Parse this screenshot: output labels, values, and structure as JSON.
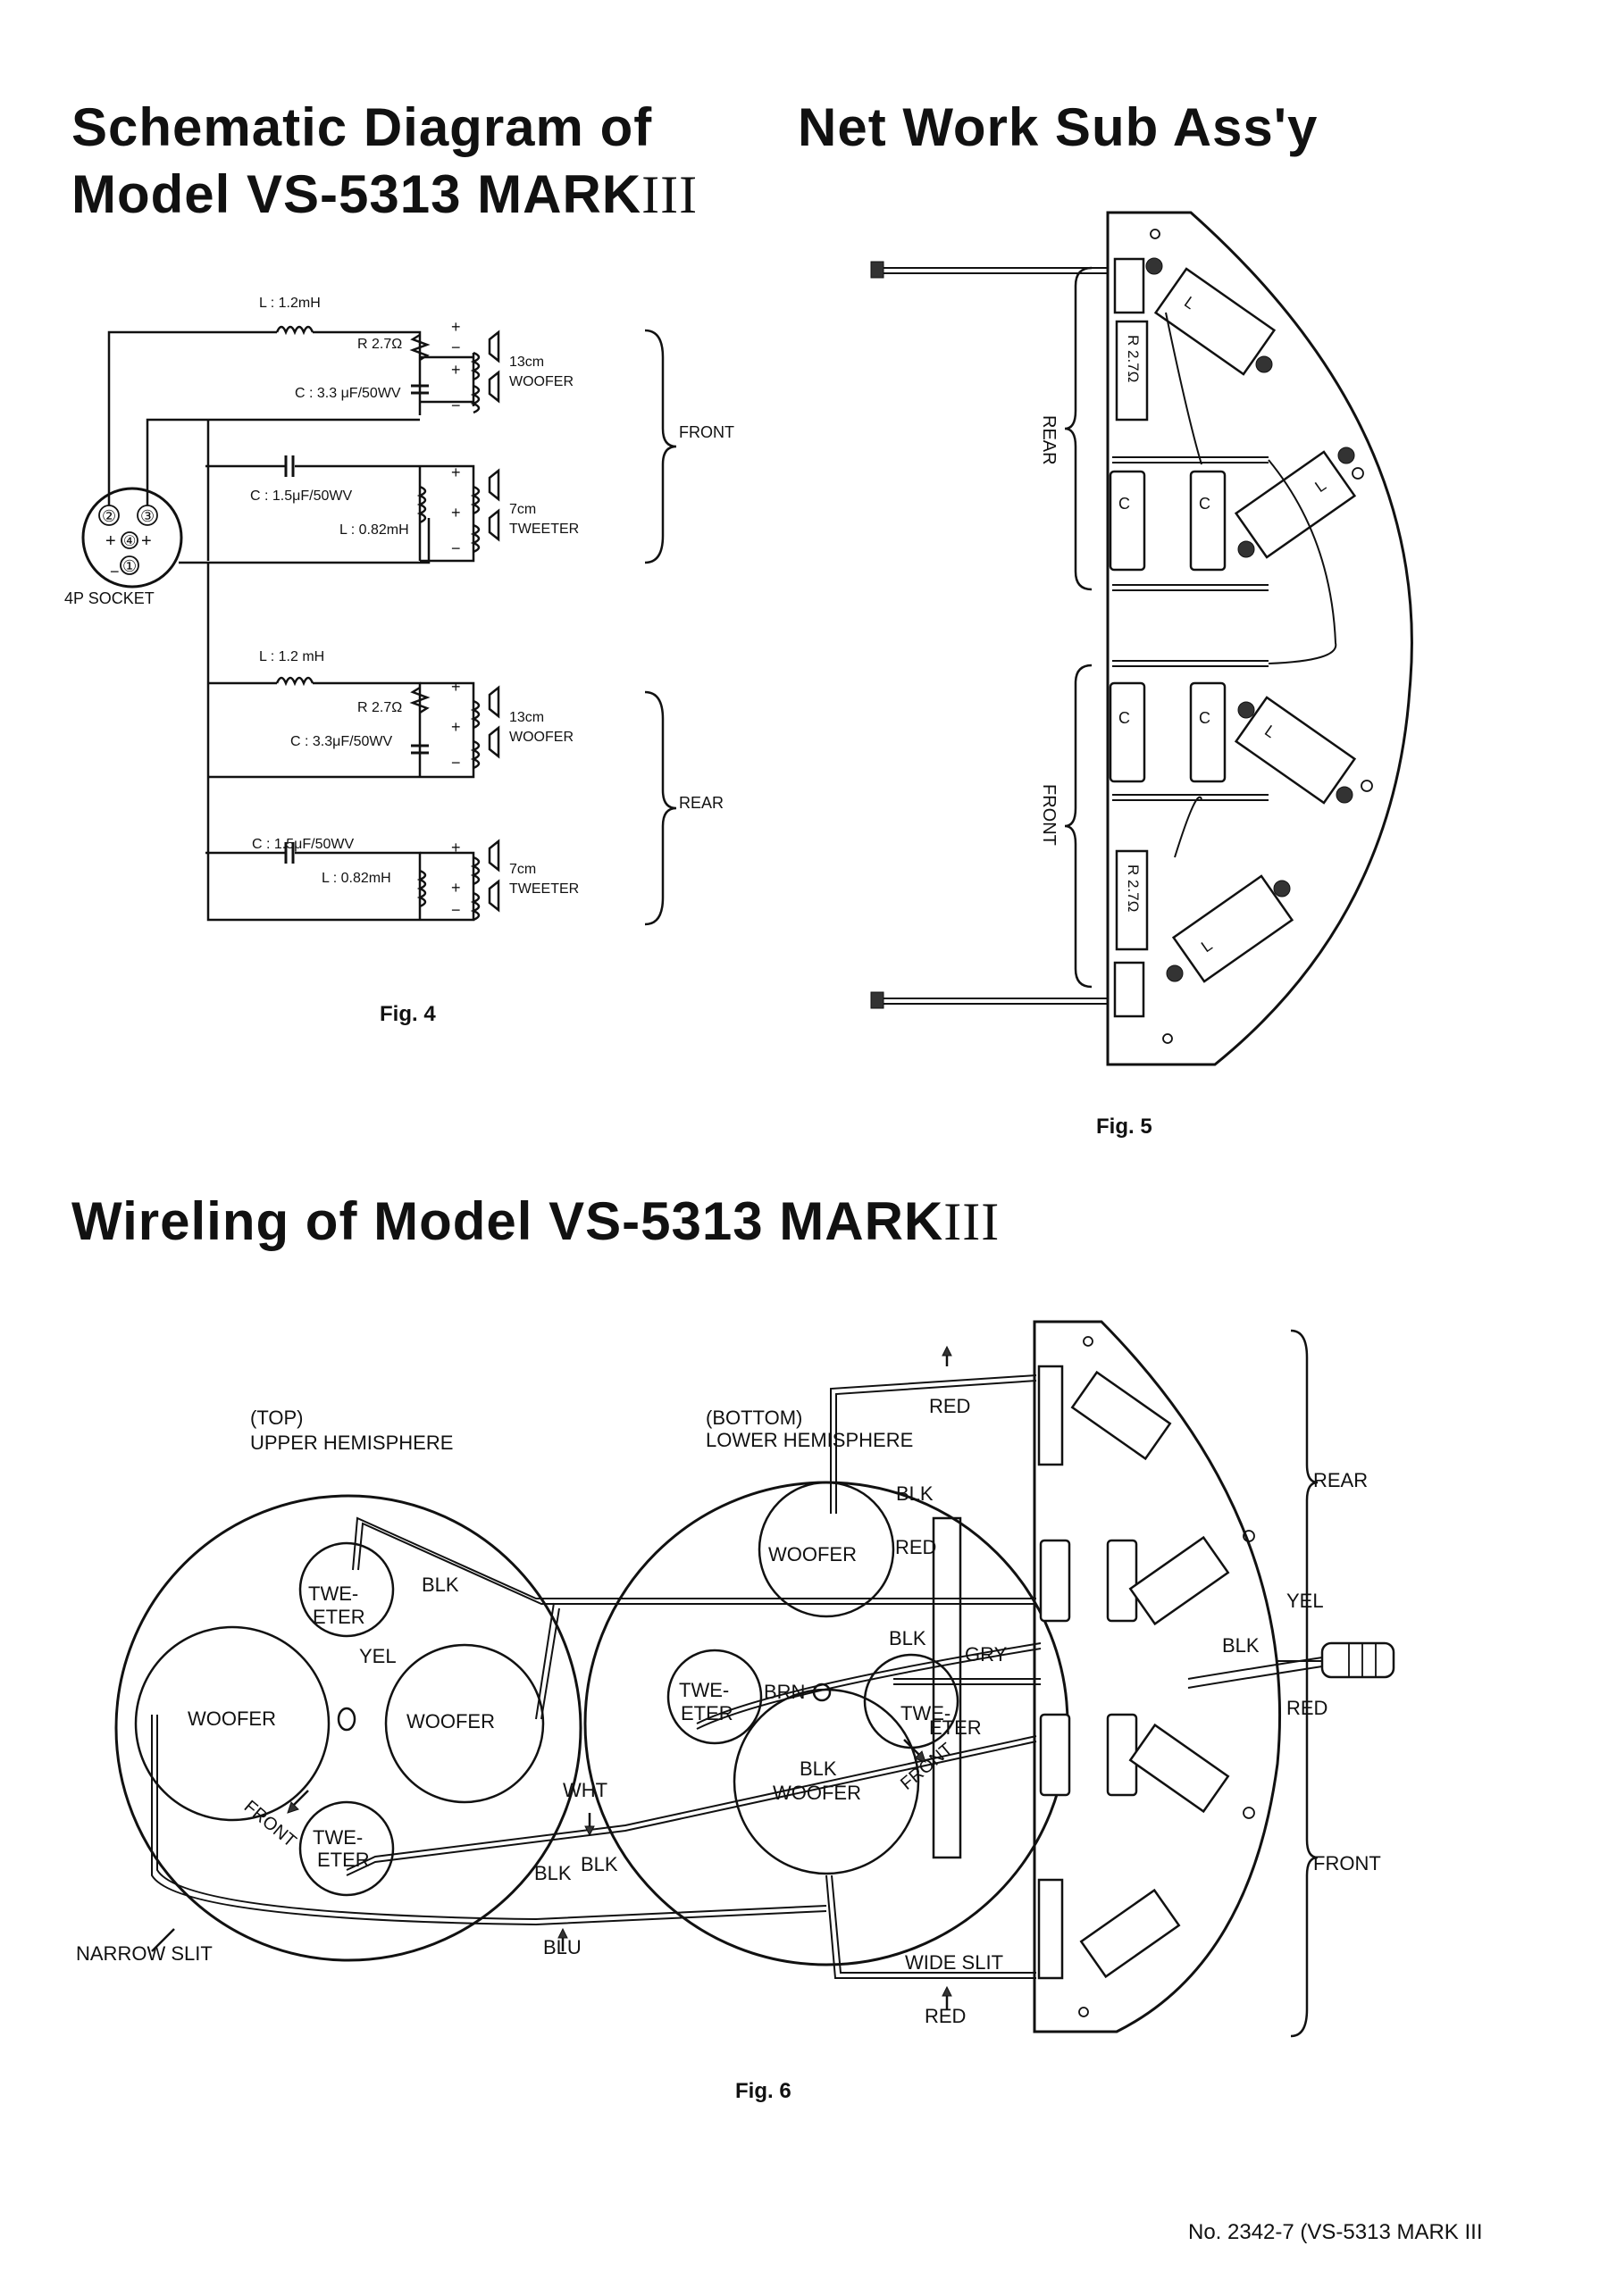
{
  "titles": {
    "schematic_line1": "Schematic Diagram of",
    "schematic_line2": "Model VS-5313 MARK",
    "network": "Net Work Sub Ass'y",
    "wiring": "Wireling of Model VS-5313 MARK",
    "roman": "III"
  },
  "fig4": {
    "caption": "Fig. 4",
    "socket_label": "4P SOCKET",
    "socket_pins": [
      "②",
      "③",
      "④",
      "①",
      "+",
      "+",
      "−"
    ],
    "front_label": "FRONT",
    "rear_label": "REAR",
    "front_woofer": {
      "inductor": "L : 1.2mH",
      "resistor": "R  2.7Ω",
      "capacitor": "C : 3.3  μF/50WV",
      "size": "13cm",
      "name": "WOOFER"
    },
    "front_tweeter": {
      "capacitor": "C : 1.5μF/50WV",
      "inductor": "L : 0.82mH",
      "size": "7cm",
      "name": "TWEETER"
    },
    "rear_woofer": {
      "inductor": "L : 1.2 mH",
      "resistor": "R  2.7Ω",
      "capacitor": "C :  3.3μF/50WV",
      "size": "13cm",
      "name": "WOOFER"
    },
    "rear_tweeter": {
      "capacitor": "C : 1.5μF/50WV",
      "inductor": "L : 0.82mH",
      "size": "7cm",
      "name": "TWEETER"
    },
    "polarity": [
      "+",
      "−"
    ]
  },
  "fig5": {
    "caption": "Fig. 5",
    "rear": "REAR",
    "front": "FRONT",
    "resistor_label": "R  2.7Ω",
    "coil_label": "L",
    "cap_label": "C"
  },
  "fig6": {
    "caption": "Fig. 6",
    "upper_heading_1": "(TOP)",
    "upper_heading_2": "UPPER HEMISPHERE",
    "lower_heading_1": "(BOTTOM)",
    "lower_heading_2": "LOWER HEMISPHERE",
    "tweeter_1": "TWE-",
    "tweeter_2": "ETER",
    "woofer": "WOOFER",
    "front": "FRONT",
    "rear": "REAR",
    "narrow_slit": "NARROW SLIT",
    "wide_slit": "WIDE SLIT",
    "wires": {
      "blk": "BLK",
      "yel": "YEL",
      "red": "RED",
      "wht": "WHT",
      "blu": "BLU",
      "gry": "GRY",
      "brn": "BRN"
    }
  },
  "footer": "No. 2342-7 (VS-5313 MARK III"
}
